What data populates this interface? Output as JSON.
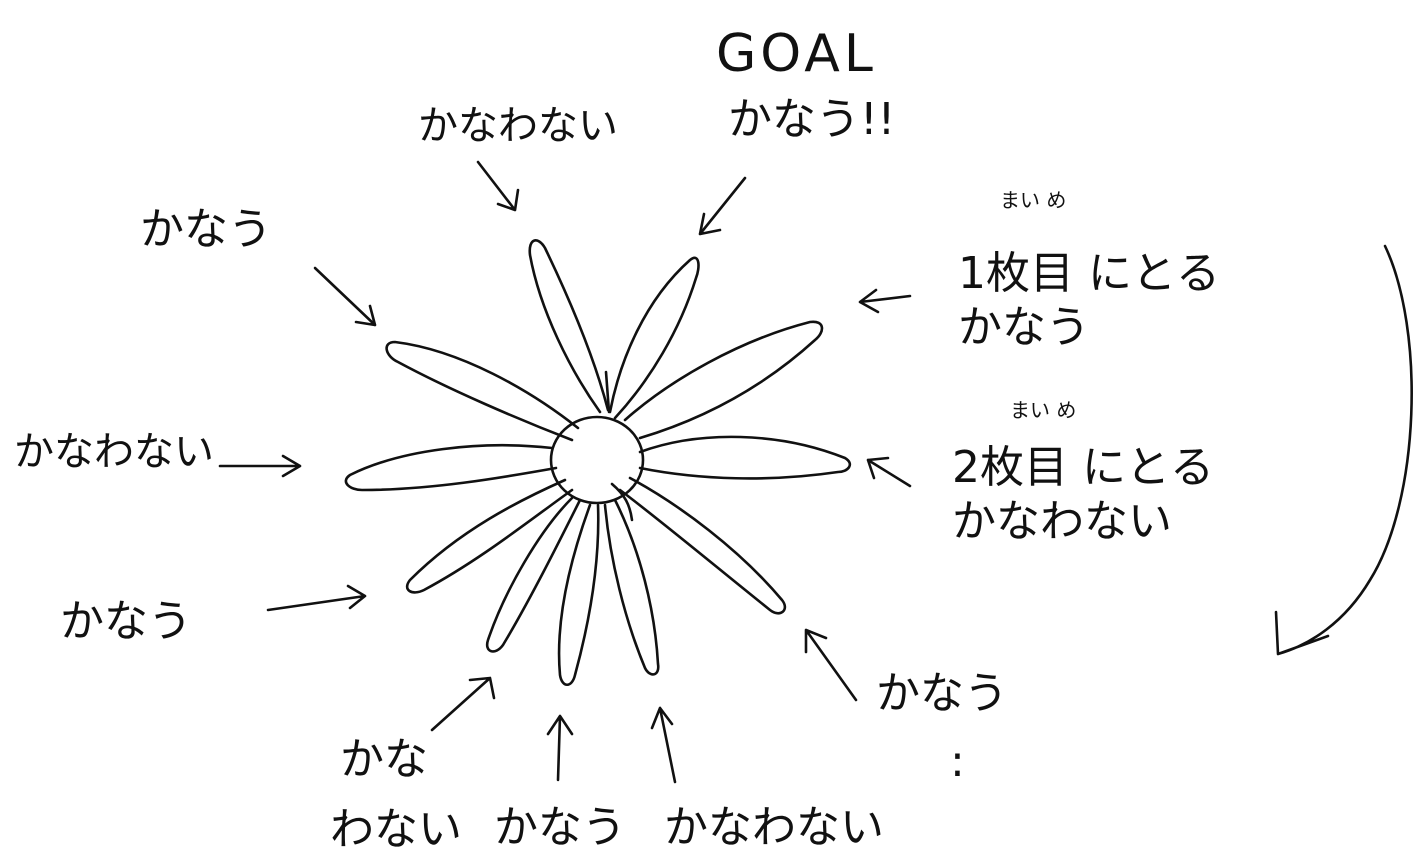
{
  "diagram": {
    "goal": "GOAL",
    "goal_answer": "かなう!!",
    "top_left_label": "かなわない",
    "upper_left_label": "かなう",
    "left_label": "かなわない",
    "lower_left_label": "かなう",
    "bottom_left_line1": "かな",
    "bottom_left_line2": "わない",
    "bottom_center_label": "かなう",
    "bottom_right_label": "かなわない",
    "lower_right_label": "かなう",
    "lower_right_dots": ":",
    "right_top_ruby": "まい め",
    "right_top_line1": "1枚目 にとる",
    "right_top_line2": "かなう",
    "right_mid_ruby": "まい め",
    "right_mid_line1": "2枚目 にとる",
    "right_mid_line2": "かなわない",
    "stroke_color": "#111111"
  }
}
